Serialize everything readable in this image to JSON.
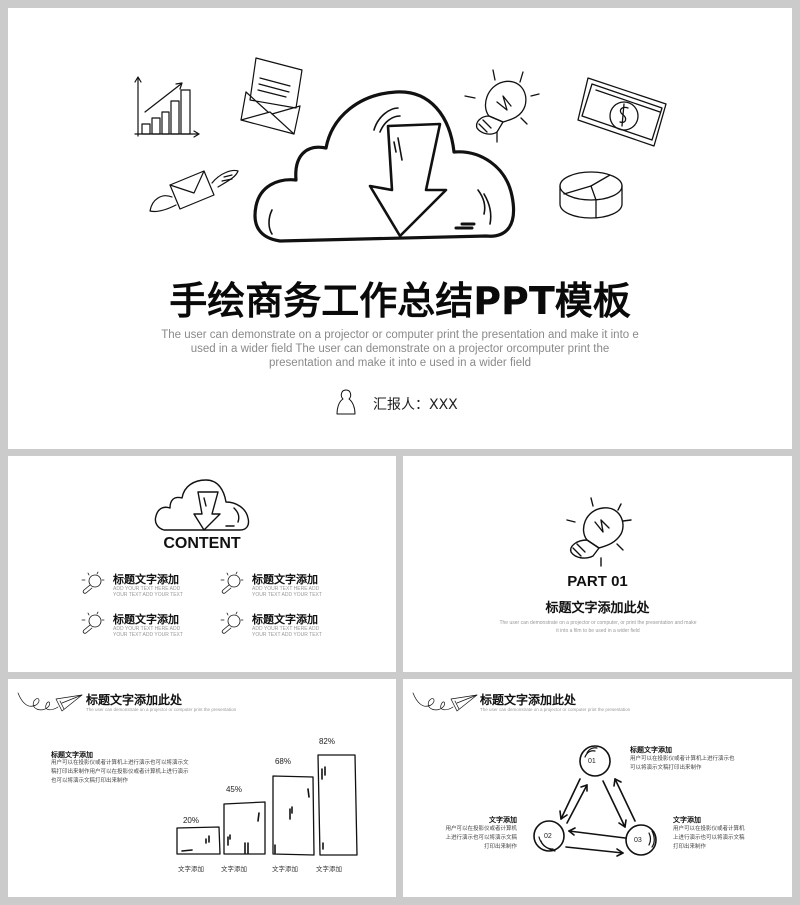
{
  "slides": {
    "cover": {
      "title": "手绘商务工作总结PPT模板",
      "description": "The user can demonstrate on a projector or computer print the presentation and make it into e used in a wider field The user can demonstrate on a projector orcomputer print the presentation and make it into e used in a wider field",
      "reporter_label": "汇报人：XXX",
      "icons": [
        "bar-chart-icon",
        "envelope-letter-icon",
        "cloud-download-icon",
        "lightbulb-icon",
        "money-bill-icon",
        "winged-envelope-icon",
        "pie-chart-icon",
        "person-icon"
      ]
    },
    "contents": {
      "title": "CONTENT",
      "items": [
        {
          "title": "标题文字添加",
          "subtitle": "ADD YOUR TEXT HERE ADD YOUR TEXT ADD YOUR TEXT"
        },
        {
          "title": "标题文字添加",
          "subtitle": "ADD YOUR TEXT HERE ADD YOUR TEXT ADD YOUR TEXT"
        },
        {
          "title": "标题文字添加",
          "subtitle": "ADD YOUR TEXT HERE ADD YOUR TEXT ADD YOUR TEXT"
        },
        {
          "title": "标题文字添加",
          "subtitle": "ADD YOUR TEXT HERE ADD YOUR TEXT ADD YOUR TEXT"
        }
      ]
    },
    "part": {
      "number": "PART 01",
      "title": "标题文字添加此处",
      "description": "The user can demonstrate on a projector or computer, or print the presentation and make it into a film to be used in a wider field"
    },
    "bars": {
      "header_title": "标题文字添加此处",
      "header_subtitle": "The user can demonstrate on a projector or computer print the presentation",
      "block_title": "标题文字添加",
      "block_body": "用户可以在投影仪或者计算机上进行演示也可以将演示文稿打印出来制作用户可以在投影仪或者计算机上进行演示也可以将演示文稿打印出来制作",
      "items": [
        {
          "label": "文字添加",
          "value": "20%"
        },
        {
          "label": "文字添加",
          "value": "45%"
        },
        {
          "label": "文字添加",
          "value": "68%"
        },
        {
          "label": "文字添加",
          "value": "82%"
        }
      ]
    },
    "cycle": {
      "header_title": "标题文字添加此处",
      "header_subtitle": "The user can demonstrate on a projector or computer print the presentation",
      "nodes": [
        "01",
        "02",
        "03"
      ],
      "blocks": [
        {
          "title": "标题文字添加",
          "body": "用户可以在投影仪或者计算机上进行演示也可以将演示文稿打印出来制作"
        },
        {
          "title": "文字添加",
          "body": "用户可以在投影仪或者计算机上进行演示也可以将演示文稿打印出来制作"
        },
        {
          "title": "文字添加",
          "body": "用户可以在投影仪或者计算机上进行演示也可以将演示文稿打印出来制作"
        }
      ]
    }
  },
  "colors": {
    "background": "#cbcbcb",
    "slide": "#ffffff",
    "ink": "#111111",
    "muted": "#8a8a8a"
  }
}
